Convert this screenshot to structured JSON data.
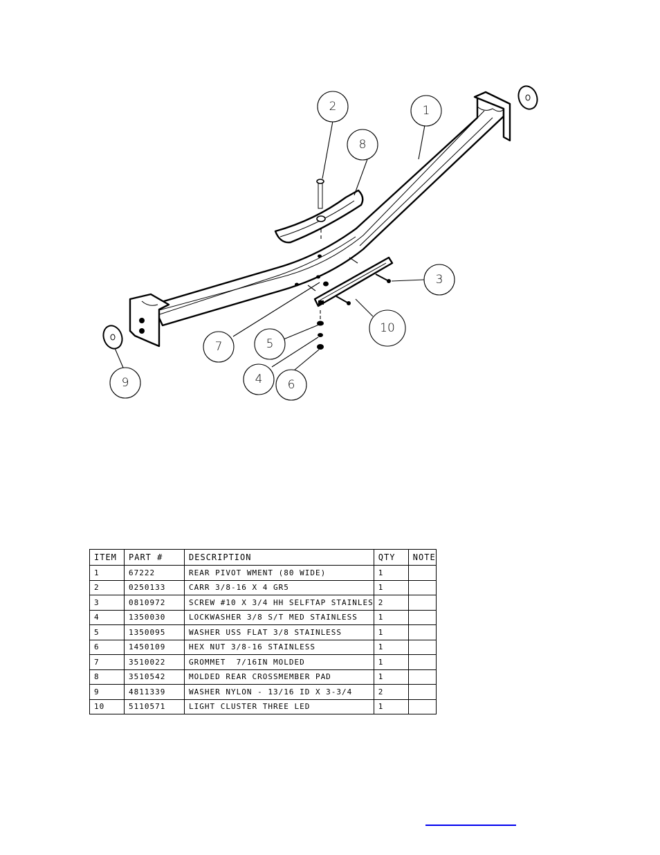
{
  "balloons": [
    "1",
    "2",
    "3",
    "4",
    "5",
    "6",
    "7",
    "8",
    "9",
    "10"
  ],
  "bom": {
    "headers": [
      "ITEM",
      "PART #",
      "DESCRIPTION",
      "QTY",
      "NOTE"
    ],
    "rows": [
      {
        "item": "1",
        "part": "67222",
        "desc": "REAR PIVOT WMENT (80 WIDE)",
        "qty": "1",
        "note": ""
      },
      {
        "item": "2",
        "part": "0250133",
        "desc": "CARR 3/8-16 X 4 GR5",
        "qty": "1",
        "note": ""
      },
      {
        "item": "3",
        "part": "0810972",
        "desc": "SCREW #10 X 3/4 HH SELFTAP STAINLES",
        "qty": "2",
        "note": ""
      },
      {
        "item": "4",
        "part": "1350030",
        "desc": "LOCKWASHER 3/8 S/T MED STAINLESS",
        "qty": "1",
        "note": ""
      },
      {
        "item": "5",
        "part": "1350095",
        "desc": "WASHER USS FLAT 3/8 STAINLESS",
        "qty": "1",
        "note": ""
      },
      {
        "item": "6",
        "part": "1450109",
        "desc": "HEX NUT 3/8-16 STAINLESS",
        "qty": "1",
        "note": ""
      },
      {
        "item": "7",
        "part": "3510022",
        "desc": "GROMMET  7/16IN MOLDED",
        "qty": "1",
        "note": ""
      },
      {
        "item": "8",
        "part": "3510542",
        "desc": "MOLDED REAR CROSSMEMBER PAD",
        "qty": "1",
        "note": ""
      },
      {
        "item": "9",
        "part": "4811339",
        "desc": "WASHER NYLON - 13/16 ID X 3-3/4",
        "qty": "2",
        "note": ""
      },
      {
        "item": "10",
        "part": "5110571",
        "desc": "LIGHT CLUSTER THREE LED",
        "qty": "1",
        "note": ""
      }
    ]
  },
  "colors": {
    "line": "#000000",
    "link": "#0000ee"
  }
}
